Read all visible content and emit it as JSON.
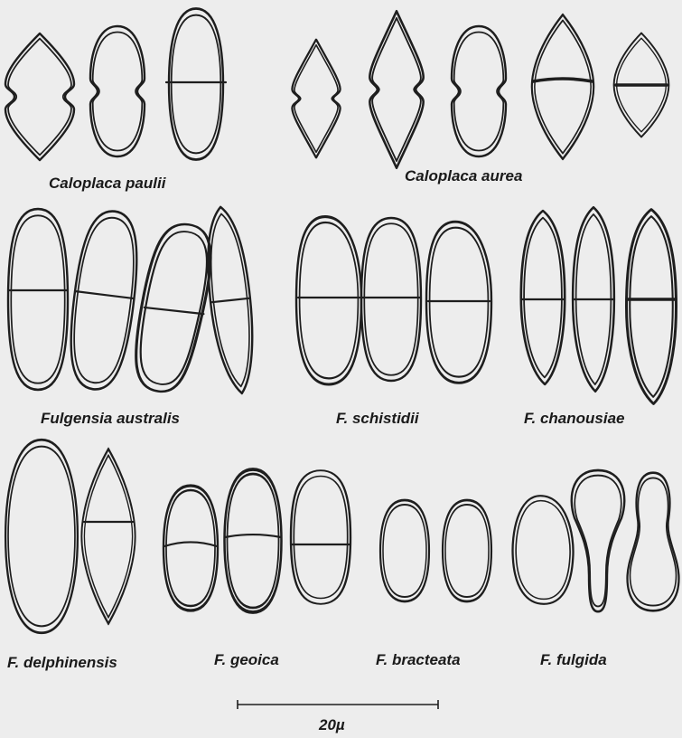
{
  "labels": {
    "caloplaca_paulii": "Caloplaca paulii",
    "caloplaca_aurea": "Caloplaca aurea",
    "fulgensia_australis": "Fulgensia australis",
    "f_schistidii": "F. schistidii",
    "f_chanousiae": "F. chanousiae",
    "f_delphinensis": "F. delphinensis",
    "f_geoica": "F. geoica",
    "f_bracteata": "F. bracteata",
    "f_fulgida": "F. fulgida"
  },
  "scale_bar": {
    "label": "20µ"
  },
  "colors": {
    "background": "#ededed",
    "ink": "#1e1e1e"
  }
}
